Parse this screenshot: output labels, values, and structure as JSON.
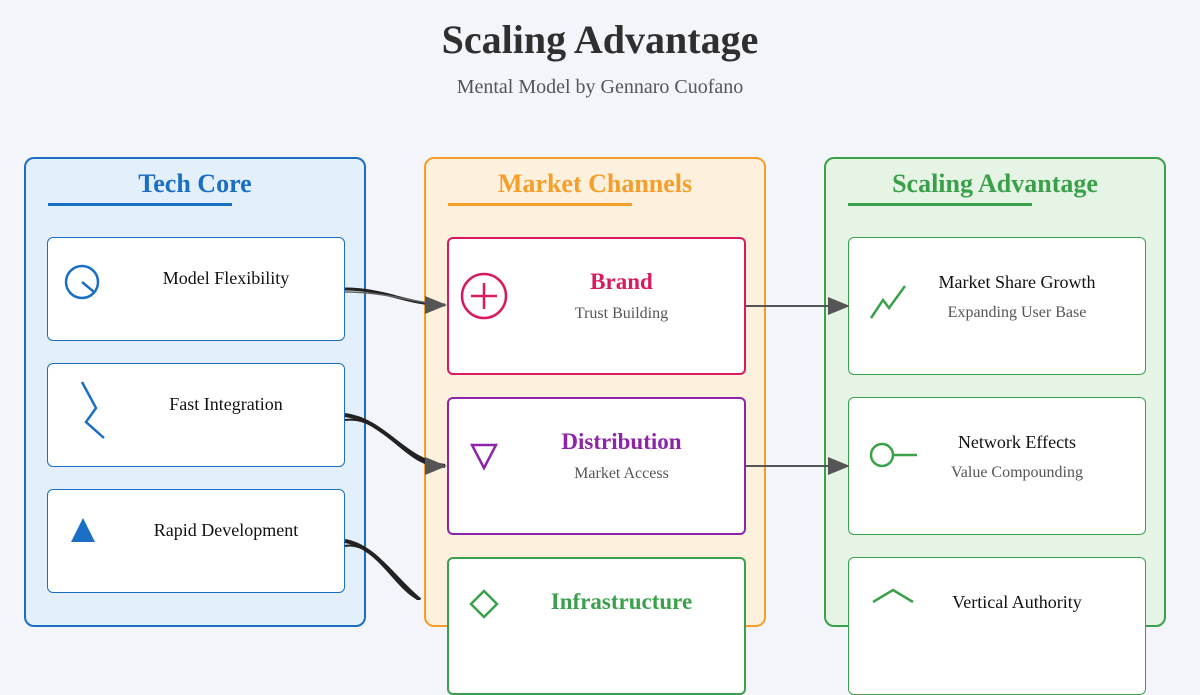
{
  "header": {
    "title": "Scaling Advantage",
    "subtitle": "Mental Model by Gennaro Cuofano"
  },
  "columns": {
    "tech_core": {
      "title": "Tech Core",
      "color": "#1a6fc4",
      "items": [
        {
          "label": "Model Flexibility",
          "icon": "clock-icon"
        },
        {
          "label": "Fast Integration",
          "icon": "lightning-icon"
        },
        {
          "label": "Rapid Development",
          "icon": "triangle-icon"
        }
      ]
    },
    "market_channels": {
      "title": "Market Channels",
      "color": "#f59e2a",
      "items": [
        {
          "label": "Brand",
          "sub": "Trust Building",
          "icon": "plus-circle-icon",
          "color": "#d81b60"
        },
        {
          "label": "Distribution",
          "sub": "Market Access",
          "icon": "down-triangle-icon",
          "color": "#8e24aa"
        },
        {
          "label": "Infrastructure",
          "sub": "",
          "icon": "diamond-icon",
          "color": "#3aa14a"
        }
      ]
    },
    "scaling_advantage": {
      "title": "Scaling Advantage",
      "color": "#3aa14a",
      "items": [
        {
          "label": "Market Share Growth",
          "sub": "Expanding User Base",
          "icon": "trend-line-icon"
        },
        {
          "label": "Network Effects",
          "sub": "Value Compounding",
          "icon": "node-link-icon"
        },
        {
          "label": "Vertical Authority",
          "sub": "",
          "icon": "pentagon-icon"
        }
      ]
    }
  }
}
